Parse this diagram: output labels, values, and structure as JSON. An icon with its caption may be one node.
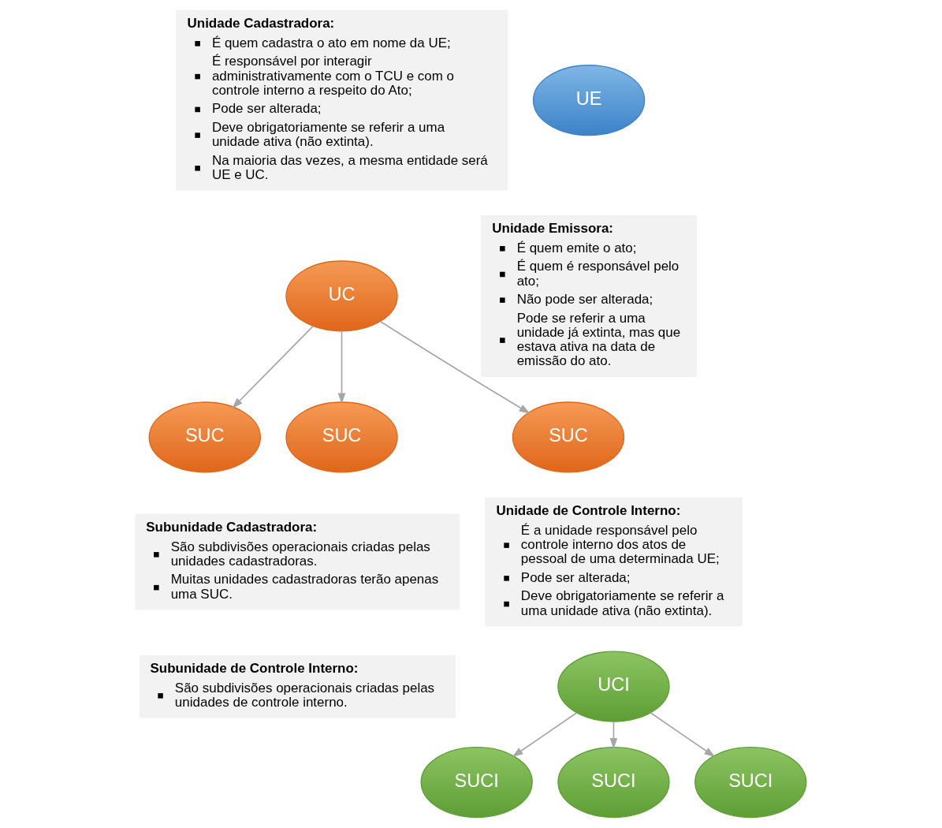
{
  "diagram": {
    "nodes": [
      {
        "text": [
          "Unidade Cadastradora:",
          "É quem cadastra o ato em nome da UE;",
          "É responsável por interagir administrativamente com o TCU e com o controle interno a respeito do Ato;",
          "Pode ser alterada;",
          "Deve obrigatoriamente se referir a uma unidade ativa (não extinta).",
          "Na maioria das vezes, a mesma entidade será UE e UC."
        ]
      },
      {
        "text": [
          "UE"
        ]
      },
      {
        "text": [
          "Unidade Emissora:",
          "É quem emite o ato;",
          "É quem é responsável pelo ato;",
          "Não pode ser alterada;",
          "Pode se referir a uma unidade já extinta, mas que estava ativa na data de emissão do ato."
        ]
      },
      {
        "text": [
          "UC"
        ]
      },
      {
        "text": [
          "SUC"
        ]
      },
      {
        "text": [
          "SUC"
        ]
      },
      {
        "text": [
          "SUC"
        ]
      },
      {
        "text": [
          "Unidade de Controle Interno:",
          "É a unidade responsável pelo controle interno dos atos de pessoal de uma determinada UE;",
          "Pode ser alterada;",
          "Deve obrigatoriamente se referir a uma unidade ativa (não extinta)."
        ]
      },
      {
        "text": [
          "Subunidade Cadastradora:",
          "São subdivisões operacionais criadas pelas unidades cadastradoras.",
          "Muitas unidades cadastradoras terão apenas uma SUC."
        ]
      },
      {
        "text": [
          "UCI"
        ]
      },
      {
        "text": [
          "Subunidade de Controle Interno:",
          "São subdivisões operacionais criadas pelas unidades de controle interno."
        ]
      },
      {
        "text": [
          "SUCI"
        ]
      },
      {
        "text": [
          "SUCI"
        ]
      },
      {
        "text": [
          "SUCI"
        ]
      }
    ],
    "edges": [
      {
        "from": 3,
        "to": 4,
        "arrow": "to"
      },
      {
        "from": 3,
        "to": 5,
        "arrow": "to"
      },
      {
        "from": 3,
        "to": 6,
        "arrow": "to"
      },
      {
        "from": 9,
        "to": 11,
        "arrow": "to"
      },
      {
        "from": 9,
        "to": 12,
        "arrow": "to"
      },
      {
        "from": 9,
        "to": 13,
        "arrow": "to"
      }
    ]
  }
}
